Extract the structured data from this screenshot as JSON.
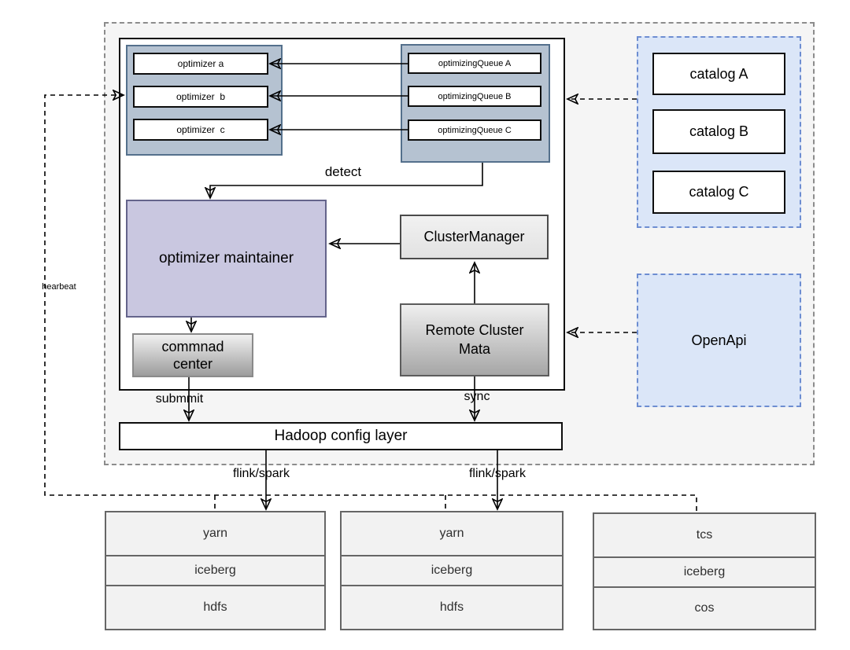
{
  "diagram": {
    "optimizer_group": {
      "items": [
        "optimizer a",
        "optimizer  b",
        "optimizer  c"
      ]
    },
    "queue_group": {
      "items": [
        "optimizingQueue A",
        "optimizingQueue B",
        "optimizingQueue C"
      ]
    },
    "maintainer": "optimizer maintainer",
    "cluster_manager": "ClusterManager",
    "remote_cluster_meta": "Remote Cluster Mata",
    "command_center": "commnad center",
    "hadoop_layer": "Hadoop config layer",
    "catalog_panel": {
      "items": [
        "catalog A",
        "catalog B",
        "catalog C"
      ]
    },
    "openapi": "OpenApi",
    "labels": {
      "detect": "detect",
      "submit": "submmit",
      "sync": "sync",
      "flink_spark_1": "flink/spark",
      "flink_spark_2": "flink/spark",
      "heartbeat": "hearbeat"
    },
    "clusters": [
      {
        "rows": [
          "yarn",
          "iceberg",
          "hdfs"
        ]
      },
      {
        "rows": [
          "yarn",
          "iceberg",
          "hdfs"
        ]
      },
      {
        "rows": [
          "tcs",
          "iceberg",
          "cos"
        ]
      }
    ],
    "colors": {
      "panel_bg": "#f5f5f5",
      "group_fill": "#b5c2d1",
      "group_border": "#54708c",
      "maintainer_fill": "#c9c7e0",
      "maintainer_border": "#64648b",
      "blue_panel_fill": "#dbe6f8",
      "blue_panel_border": "#6d8dd1",
      "cluster_row_fill": "#f2f2f2",
      "line_color": "#000000"
    }
  }
}
